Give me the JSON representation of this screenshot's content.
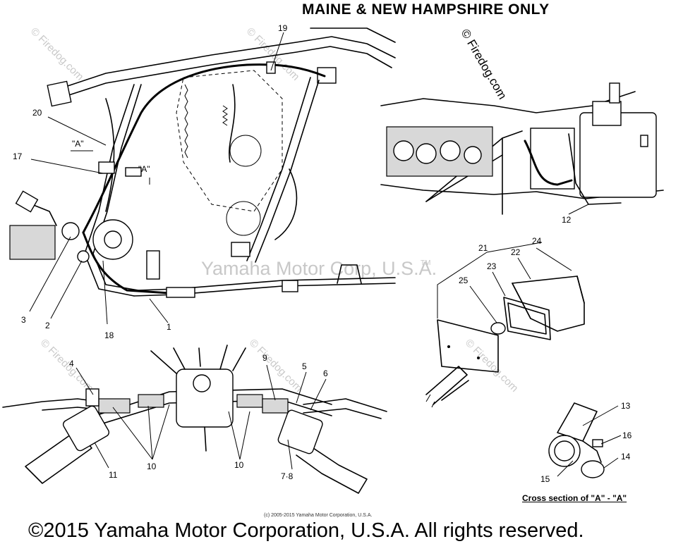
{
  "heading": "MAINE & NEW HAMPSHIRE ONLY",
  "watermarks": {
    "firedog": "© Firedog.com",
    "firedog_plain": "© Firedog.com",
    "center": "Yamaha Motor Corp, U.S.A.",
    "tm": "TM"
  },
  "callouts": [
    "1",
    "2",
    "3",
    "4",
    "5",
    "6",
    "7·8",
    "9",
    "10",
    "10",
    "11",
    "12",
    "13",
    "14",
    "15",
    "16",
    "17",
    "18",
    "19",
    "20",
    "21",
    "22",
    "23",
    "24",
    "25"
  ],
  "section_markers": [
    "\"A\"",
    "\"A\""
  ],
  "cross_section_label": "Cross section of \"A\" - \"A\"",
  "small_copyright": "(c) 2005-2015 Yamaha Motor Corporation, U.S.A.",
  "copyright": "©2015 Yamaha Motor Corporation, U.S.A. All rights reserved."
}
